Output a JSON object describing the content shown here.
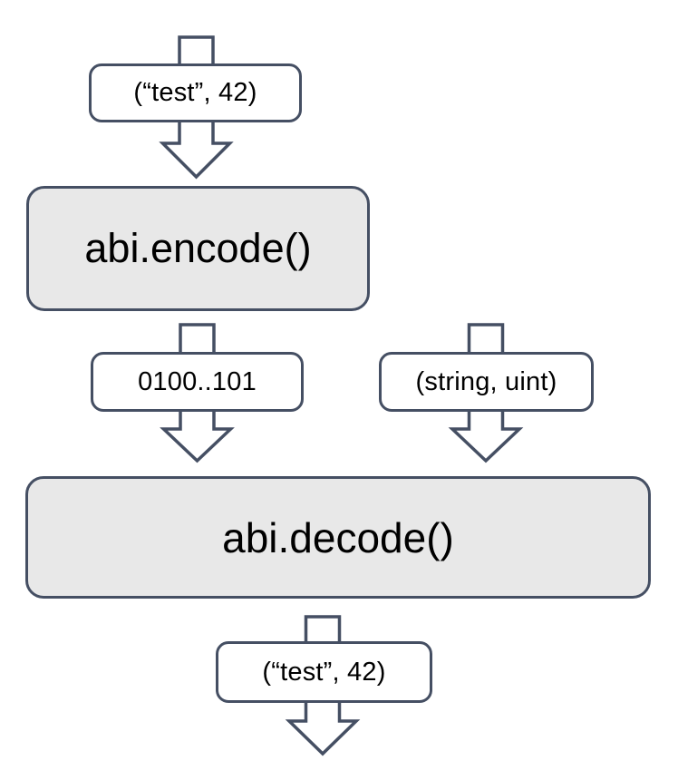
{
  "diagram": {
    "type": "flowchart",
    "subject": "ABI encoding and decoding flow",
    "nodes": {
      "input_tuple": {
        "label": "(“test”, 42)"
      },
      "encode": {
        "label": "abi.encode()"
      },
      "encoded_bytes": {
        "label": "0100..101"
      },
      "types_tuple": {
        "label": "(string, uint)"
      },
      "decode": {
        "label": "abi.decode()"
      },
      "decoded_tuple": {
        "label": "(“test”, 42)"
      }
    },
    "edges": [
      {
        "from": "input_tuple",
        "to": "encode",
        "style": "block-arrow-down"
      },
      {
        "from": "encode",
        "to": "decode",
        "via": "encoded_bytes",
        "style": "block-arrow-down"
      },
      {
        "from": "types_tuple",
        "to": "decode",
        "style": "block-arrow-down"
      },
      {
        "from": "decode",
        "to": "out",
        "via": "decoded_tuple",
        "style": "block-arrow-down"
      }
    ],
    "colors": {
      "stroke": "#454f63",
      "process-fill": "#e8e8e8",
      "label-fill": "#ffffff",
      "text": "#000000",
      "bg": "#ffffff"
    }
  }
}
